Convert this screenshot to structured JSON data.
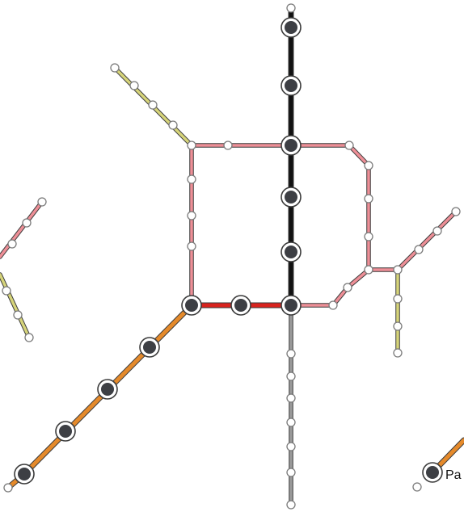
{
  "map": {
    "background": "#ffffff",
    "lines": [
      {
        "name": "black-line",
        "color": "#111111"
      },
      {
        "name": "pink-line",
        "color": "#ee8f97"
      },
      {
        "name": "red-line",
        "color": "#d8231e"
      },
      {
        "name": "orange-line",
        "color": "#e58a2b"
      },
      {
        "name": "yellow-line",
        "color": "#d6d47a"
      },
      {
        "name": "gray-line",
        "color": "#9b9b9b"
      }
    ],
    "labels": [
      {
        "name": "station-label-pa",
        "text": "Pa"
      }
    ]
  }
}
